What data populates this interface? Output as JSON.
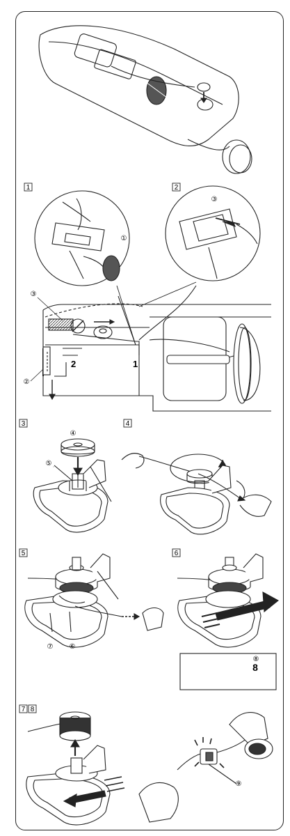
{
  "steps": {
    "s1": "1",
    "s2": "2",
    "s3": "3",
    "s4": "4",
    "s5": "5",
    "s6": "6",
    "s7": "7",
    "s8": "8"
  },
  "callouts": {
    "c1": "①",
    "c2": "②",
    "c3_detail": "③",
    "c3_machine": "③",
    "c4": "④",
    "c5": "⑤",
    "c6": "⑥",
    "c7": "⑦",
    "c8": "⑧",
    "c9": "⑨"
  },
  "machine_labels": {
    "guide1": "1",
    "guide2": "2"
  },
  "display_value": "8"
}
